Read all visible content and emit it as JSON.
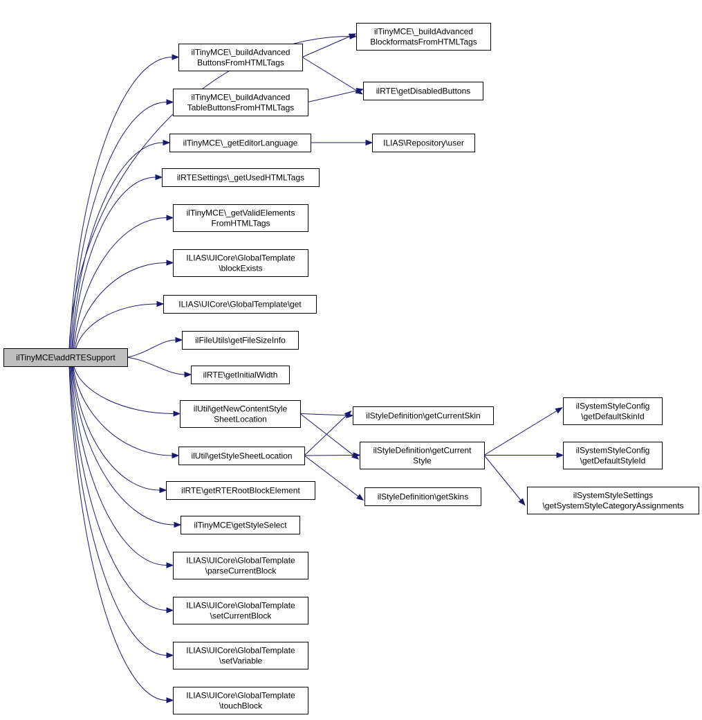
{
  "nodes": {
    "root": [
      "ilTinyMCE\\addRTESupport"
    ],
    "bafbt": [
      "ilTinyMCE\\_buildAdvanced",
      "BlockformatsFromHTMLTags"
    ],
    "babt": [
      "ilTinyMCE\\_buildAdvanced",
      "ButtonsFromHTMLTags"
    ],
    "gdb": [
      "ilRTE\\getDisabledButtons"
    ],
    "batbt": [
      "ilTinyMCE\\_buildAdvanced",
      "TableButtonsFromHTMLTags"
    ],
    "gel": [
      "ilTinyMCE\\_getEditorLanguage"
    ],
    "repo": [
      "ILIAS\\Repository\\user"
    ],
    "guht": [
      "ilRTESettings\\_getUsedHTMLTags"
    ],
    "gvef": [
      "ilTinyMCE\\_getValidElements",
      "FromHTMLTags"
    ],
    "blk": [
      "ILIAS\\UICore\\GlobalTemplate",
      "\\blockExists"
    ],
    "get": [
      "ILIAS\\UICore\\GlobalTemplate\\get"
    ],
    "fsi": [
      "ilFileUtils\\getFileSizeInfo"
    ],
    "giw": [
      "ilRTE\\getInitialWidth"
    ],
    "gncs": [
      "ilUtil\\getNewContentStyle",
      "SheetLocation"
    ],
    "gcskin": [
      "ilStyleDefinition\\getCurrentSkin"
    ],
    "gdskin": [
      "ilSystemStyleConfig",
      "\\getDefaultSkinId"
    ],
    "gssl": [
      "ilUtil\\getStyleSheetLocation"
    ],
    "gcstyle": [
      "ilStyleDefinition\\getCurrent",
      "Style"
    ],
    "gdstyle": [
      "ilSystemStyleConfig",
      "\\getDefaultStyleId"
    ],
    "rrbe": [
      "ilRTE\\getRTERootBlockElement"
    ],
    "gskins": [
      "ilStyleDefinition\\getSkins"
    ],
    "gssca": [
      "ilSystemStyleSettings",
      "\\getSystemStyleCategoryAssignments"
    ],
    "gss": [
      "ilTinyMCE\\getStyleSelect"
    ],
    "pcb": [
      "ILIAS\\UICore\\GlobalTemplate",
      "\\parseCurrentBlock"
    ],
    "scb": [
      "ILIAS\\UICore\\GlobalTemplate",
      "\\setCurrentBlock"
    ],
    "sv": [
      "ILIAS\\UICore\\GlobalTemplate",
      "\\setVariable"
    ],
    "tb": [
      "ILIAS\\UICore\\GlobalTemplate",
      "\\touchBlock"
    ]
  },
  "edges": [
    [
      "root",
      "bafbt"
    ],
    [
      "root",
      "babt"
    ],
    [
      "root",
      "batbt"
    ],
    [
      "root",
      "gel"
    ],
    [
      "root",
      "guht"
    ],
    [
      "root",
      "gvef"
    ],
    [
      "root",
      "blk"
    ],
    [
      "root",
      "get"
    ],
    [
      "root",
      "fsi"
    ],
    [
      "root",
      "giw"
    ],
    [
      "root",
      "gncs"
    ],
    [
      "root",
      "gssl"
    ],
    [
      "root",
      "rrbe"
    ],
    [
      "root",
      "gss"
    ],
    [
      "root",
      "pcb"
    ],
    [
      "root",
      "scb"
    ],
    [
      "root",
      "sv"
    ],
    [
      "root",
      "tb"
    ],
    [
      "babt",
      "bafbt"
    ],
    [
      "babt",
      "gdb"
    ],
    [
      "batbt",
      "gdb"
    ],
    [
      "gel",
      "repo"
    ],
    [
      "gncs",
      "gcskin"
    ],
    [
      "gncs",
      "gcstyle"
    ],
    [
      "gssl",
      "gcskin"
    ],
    [
      "gssl",
      "gcstyle"
    ],
    [
      "gssl",
      "gskins"
    ],
    [
      "gcstyle",
      "gdskin"
    ],
    [
      "gcstyle",
      "gdstyle"
    ],
    [
      "gcstyle",
      "gssca"
    ]
  ],
  "colors": {
    "edge": "#191970",
    "root_fill": "#bfbfbf",
    "node_fill": "#ffffff",
    "border": "#000000"
  }
}
